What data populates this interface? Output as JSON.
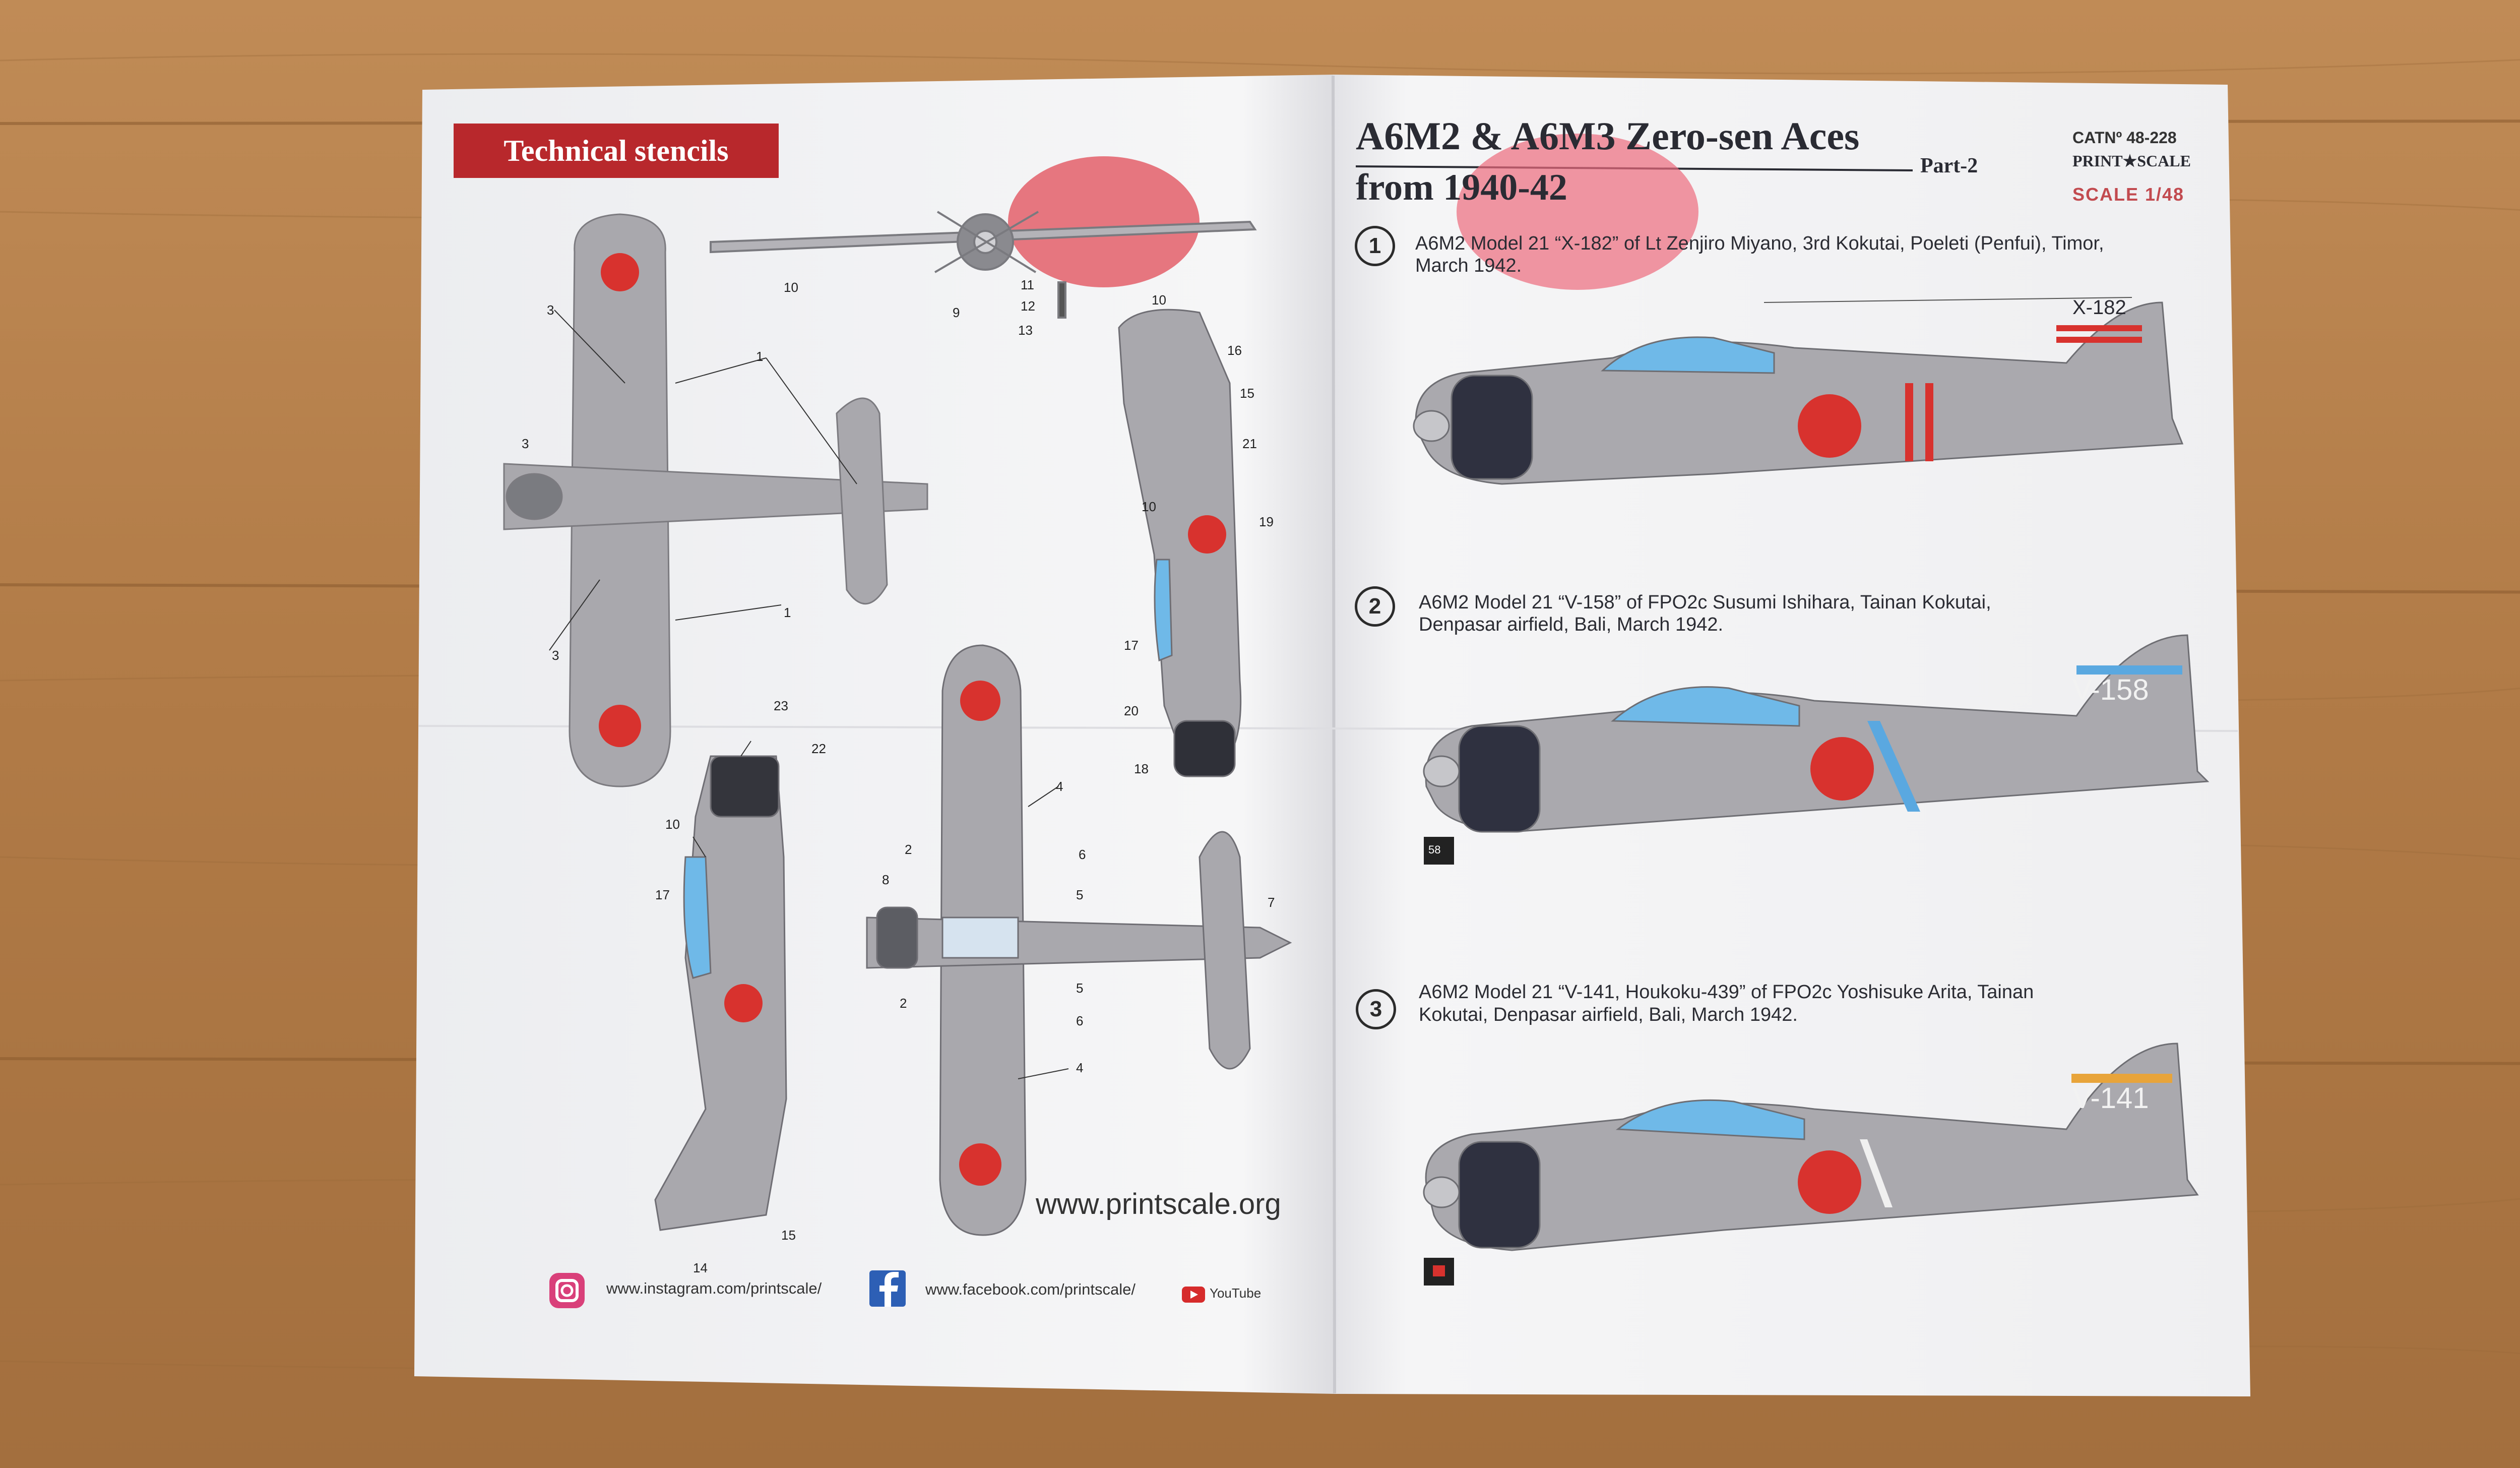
{
  "banner": {
    "title": "Technical stencils"
  },
  "header": {
    "title_line1": "A6M2 & A6M3 Zero-sen Aces",
    "part": "Part-2",
    "title_line2": "from 1940-42",
    "catalog": "CATNº 48-228",
    "brand": "PRINT★SCALE",
    "scale": "SCALE 1/48"
  },
  "profiles": [
    {
      "number": "1",
      "caption_line1": "A6M2 Model 21 “X-182” of Lt Zenjiro Miyano, 3rd Kokutai, Poeleti (Penfui), Timor,",
      "caption_line2": "March 1942.",
      "code": "X-182"
    },
    {
      "number": "2",
      "caption_line1": "A6M2 Model 21 “V-158” of FPO2c Susumi Ishihara, Tainan Kokutai,",
      "caption_line2": "Denpasar airfield, Bali, March 1942.",
      "code": "V-158",
      "tag": "58"
    },
    {
      "number": "3",
      "caption_line1": "A6M2 Model 21 “V-141, Houkoku-439” of FPO2c Yoshisuke Arita, Tainan",
      "caption_line2": "Kokutai, Denpasar airfield, Bali, March 1942.",
      "code": "V-141"
    }
  ],
  "website": "www.printscale.org",
  "social": {
    "instagram": "www.instagram.com/printscale/",
    "facebook": "www.facebook.com/printscale/",
    "youtube": "YouTube"
  },
  "stencil_numbers": [
    "1",
    "1",
    "2",
    "2",
    "3",
    "3",
    "3",
    "4",
    "4",
    "5",
    "5",
    "6",
    "6",
    "7",
    "8",
    "9",
    "10",
    "10",
    "10",
    "10",
    "11",
    "12",
    "13",
    "14",
    "15",
    "15",
    "16",
    "17",
    "17",
    "18",
    "19",
    "20",
    "21",
    "22",
    "23"
  ],
  "colors": {
    "wood": "#b07d4a",
    "paper": "#f3f3f4",
    "hinomaru": "#d8322e",
    "aircraft_grey": "#a8a7ab",
    "canopy": "#6fb9e8",
    "banner": "#b8282c"
  }
}
